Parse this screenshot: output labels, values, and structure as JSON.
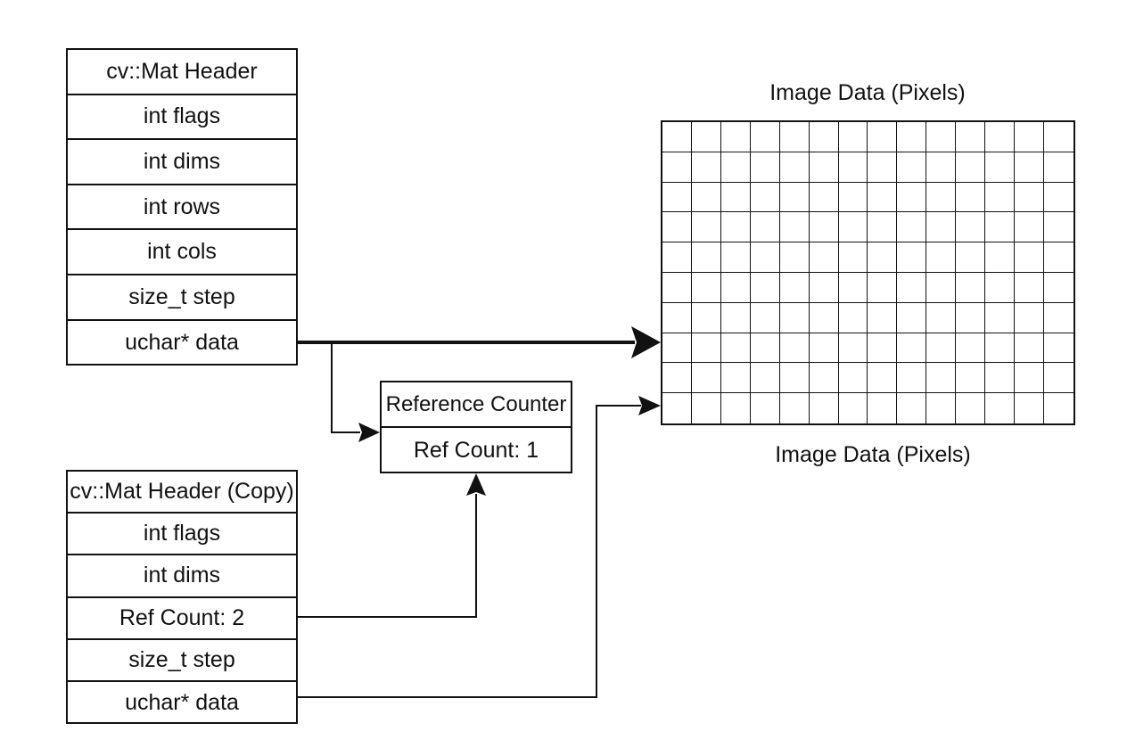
{
  "header": {
    "rows": [
      "cv::Mat Header",
      "int flags",
      "int dims",
      "int rows",
      "int cols",
      "size_t step",
      "uchar* data"
    ]
  },
  "header_copy": {
    "rows": [
      "cv::Mat Header (Copy)",
      "int flags",
      "int dims",
      "Ref Count: 2",
      "size_t step",
      "uchar* data"
    ]
  },
  "reference_counter": {
    "title": "Reference Counter",
    "count": "Ref Count: 1"
  },
  "image_data": {
    "label_top": "Image Data (Pixels)",
    "label_bottom": "Image Data (Pixels)",
    "grid_columns": 14,
    "grid_rows": 10
  },
  "colors": {
    "line": "#111111",
    "background": "#ffffff"
  }
}
